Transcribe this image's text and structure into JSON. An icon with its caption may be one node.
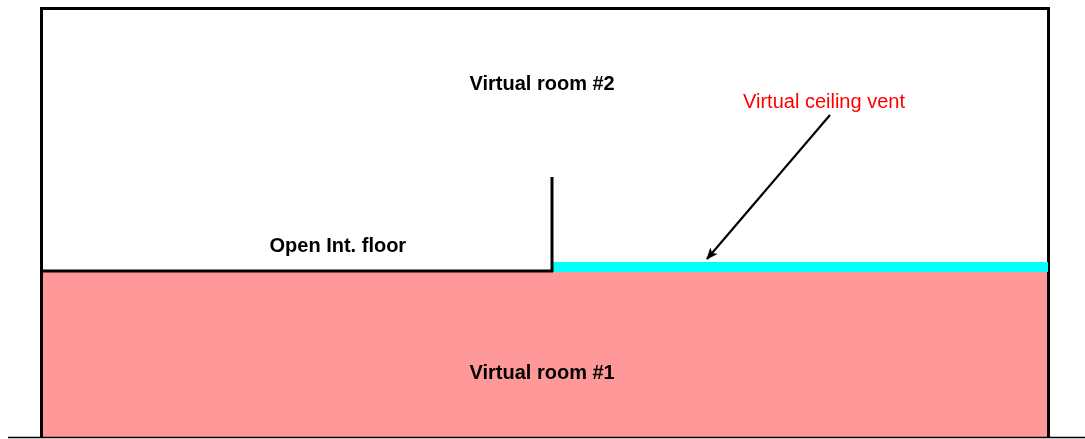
{
  "diagram": {
    "nodes": [
      {
        "text": [
          "Virtual room #2"
        ]
      },
      {
        "text": [
          "Virtual room #1"
        ]
      },
      {
        "text": [
          "Virtual ceiling vent"
        ],
        "in": 0
      },
      {
        "text": [],
        "shape": "bar",
        "in": 0
      }
    ],
    "edges": [
      {
        "from": 2,
        "to": 3,
        "arrow": "to"
      }
    ],
    "labels": [
      "Open Int. floor"
    ]
  }
}
